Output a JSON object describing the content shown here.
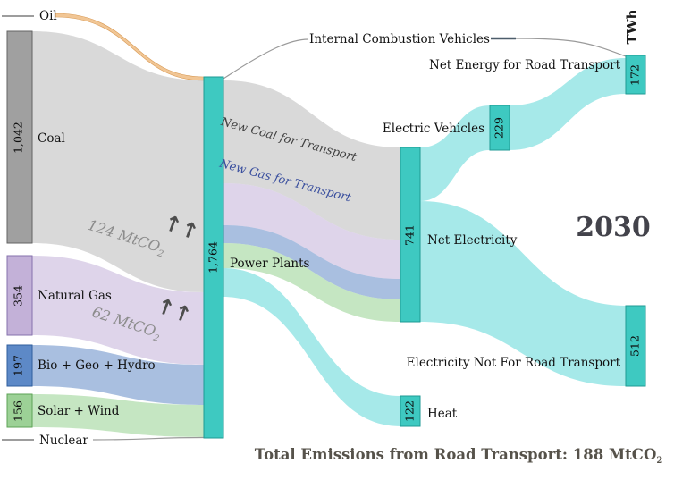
{
  "meta": {
    "year": "2030",
    "unit": "TWh"
  },
  "nodes": {
    "oil": {
      "label": "Oil"
    },
    "coal": {
      "label": "Coal",
      "value": "1,042"
    },
    "natural_gas": {
      "label": "Natural Gas",
      "value": "354"
    },
    "bio_geo_hydro": {
      "label": "Bio + Geo + Hydro",
      "value": "197"
    },
    "solar_wind": {
      "label": "Solar + Wind",
      "value": "156"
    },
    "nuclear": {
      "label": "Nuclear"
    },
    "power_plants": {
      "label": "Power Plants",
      "value": "1,764"
    },
    "internal_combustion": {
      "label": "Internal Combustion Vehicles"
    },
    "net_electricity": {
      "label": "Net Electricity",
      "value": "741"
    },
    "heat": {
      "label": "Heat",
      "value": "122"
    },
    "electric_vehicles": {
      "label": "Electric Vehicles",
      "value": "229"
    },
    "net_energy_road": {
      "label": "Net Energy for Road Transport",
      "value": "172"
    },
    "elec_not_road": {
      "label": "Electricity Not For Road Transport",
      "value": "512"
    }
  },
  "flow_labels": {
    "new_coal": "New Coal for Transport",
    "new_gas": "New Gas for Transport"
  },
  "annotations": {
    "coal_emissions": {
      "text": "124 MtCO",
      "sub": "2",
      "arrows": "↑↑"
    },
    "gas_emissions": {
      "text": "62 MtCO",
      "sub": "2",
      "arrows": "↑↑"
    },
    "caption": {
      "text": "Total Emissions from Road Transport: 188 MtCO",
      "sub": "2"
    }
  },
  "colors": {
    "teal_node": "#3ec9c1",
    "coal_gray": "#a0a0a0",
    "gas_purple": "#c3b1d8",
    "bio_blue": "#5d89c7",
    "solar_green": "#9cd196",
    "oil_orange": "#f0c089",
    "flow_cyan": "#6fdcdc"
  },
  "chart_data": {
    "type": "sankey",
    "title": "2030",
    "unit": "TWh",
    "nodes": [
      {
        "name": "Oil"
      },
      {
        "name": "Coal",
        "value": 1042
      },
      {
        "name": "Natural Gas",
        "value": 354
      },
      {
        "name": "Bio + Geo + Hydro",
        "value": 197
      },
      {
        "name": "Solar + Wind",
        "value": 156
      },
      {
        "name": "Nuclear"
      },
      {
        "name": "Power Plants",
        "value": 1764
      },
      {
        "name": "Internal Combustion Vehicles"
      },
      {
        "name": "Net Electricity",
        "value": 741
      },
      {
        "name": "Heat",
        "value": 122
      },
      {
        "name": "Electric Vehicles",
        "value": 229
      },
      {
        "name": "Net Energy for Road Transport",
        "value": 172
      },
      {
        "name": "Electricity Not For Road Transport",
        "value": 512
      }
    ],
    "links": [
      {
        "source": "Oil",
        "target": "Power Plants"
      },
      {
        "source": "Coal",
        "target": "Power Plants",
        "value": 1042
      },
      {
        "source": "Natural Gas",
        "target": "Power Plants",
        "value": 354
      },
      {
        "source": "Bio + Geo + Hydro",
        "target": "Power Plants",
        "value": 197
      },
      {
        "source": "Solar + Wind",
        "target": "Power Plants",
        "value": 156
      },
      {
        "source": "Nuclear",
        "target": "Power Plants"
      },
      {
        "source": "Power Plants",
        "target": "Internal Combustion Vehicles"
      },
      {
        "source": "Power Plants",
        "target": "Net Electricity",
        "value": 741,
        "sublabels": [
          "New Coal for Transport",
          "New Gas for Transport"
        ]
      },
      {
        "source": "Power Plants",
        "target": "Heat",
        "value": 122
      },
      {
        "source": "Net Electricity",
        "target": "Electric Vehicles",
        "value": 229
      },
      {
        "source": "Net Electricity",
        "target": "Electricity Not For Road Transport",
        "value": 512
      },
      {
        "source": "Electric Vehicles",
        "target": "Net Energy for Road Transport",
        "value": 172
      },
      {
        "source": "Internal Combustion Vehicles",
        "target": "Net Energy for Road Transport"
      }
    ],
    "annotations": [
      {
        "text": "124 MtCO2",
        "attached_to": "Coal flow into Power Plants"
      },
      {
        "text": "62 MtCO2",
        "attached_to": "Natural Gas flow into Power Plants"
      },
      {
        "text": "Total Emissions from Road Transport: 188 MtCO2",
        "position": "bottom"
      }
    ]
  }
}
